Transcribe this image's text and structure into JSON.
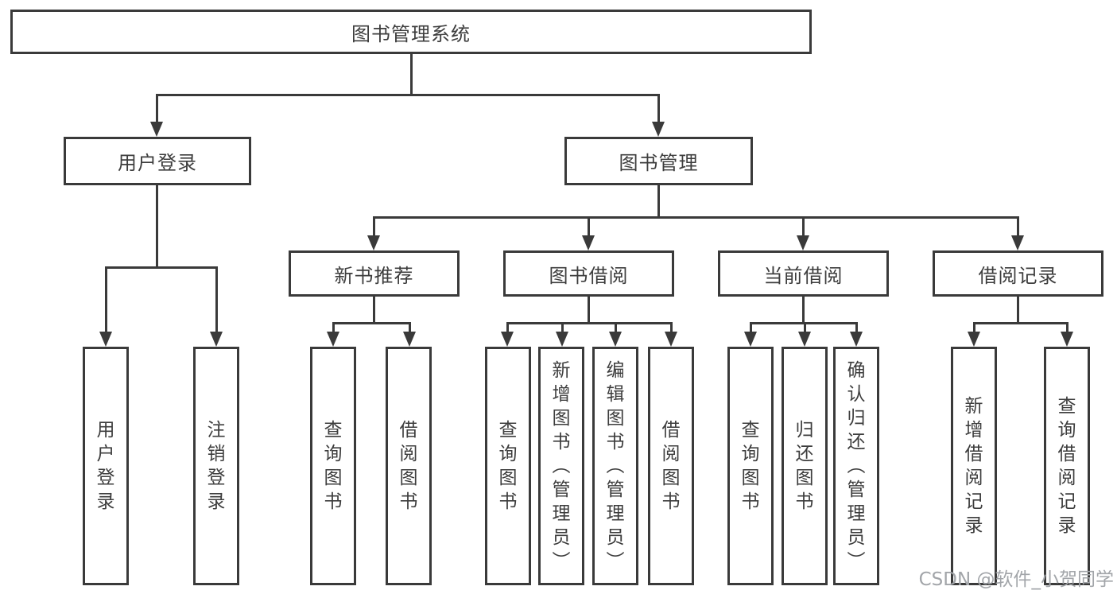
{
  "colors": {
    "line": "#3a3a3a",
    "text": "#3d3d3d",
    "background": "#ffffff",
    "watermark_color": "#a2a5a9"
  },
  "watermark": "CSDN @软件_小贺同学",
  "tree": {
    "root": {
      "label": "图书管理系统"
    },
    "children": [
      {
        "label": "用户登录",
        "children": [
          "用户登录",
          "注销登录"
        ]
      },
      {
        "label": "图书管理",
        "children": [
          {
            "label": "新书推荐",
            "children": [
              "查询图书",
              "借阅图书"
            ]
          },
          {
            "label": "图书借阅",
            "children": [
              "查询图书",
              "新增图书（管理员）",
              "编辑图书（管理员）",
              "借阅图书"
            ]
          },
          {
            "label": "当前借阅",
            "children": [
              "查询图书",
              "归还图书",
              "确认归还（管理员）"
            ]
          },
          {
            "label": "借阅记录",
            "children": [
              "新增借阅记录",
              "查询借阅记录"
            ]
          }
        ]
      }
    ]
  }
}
